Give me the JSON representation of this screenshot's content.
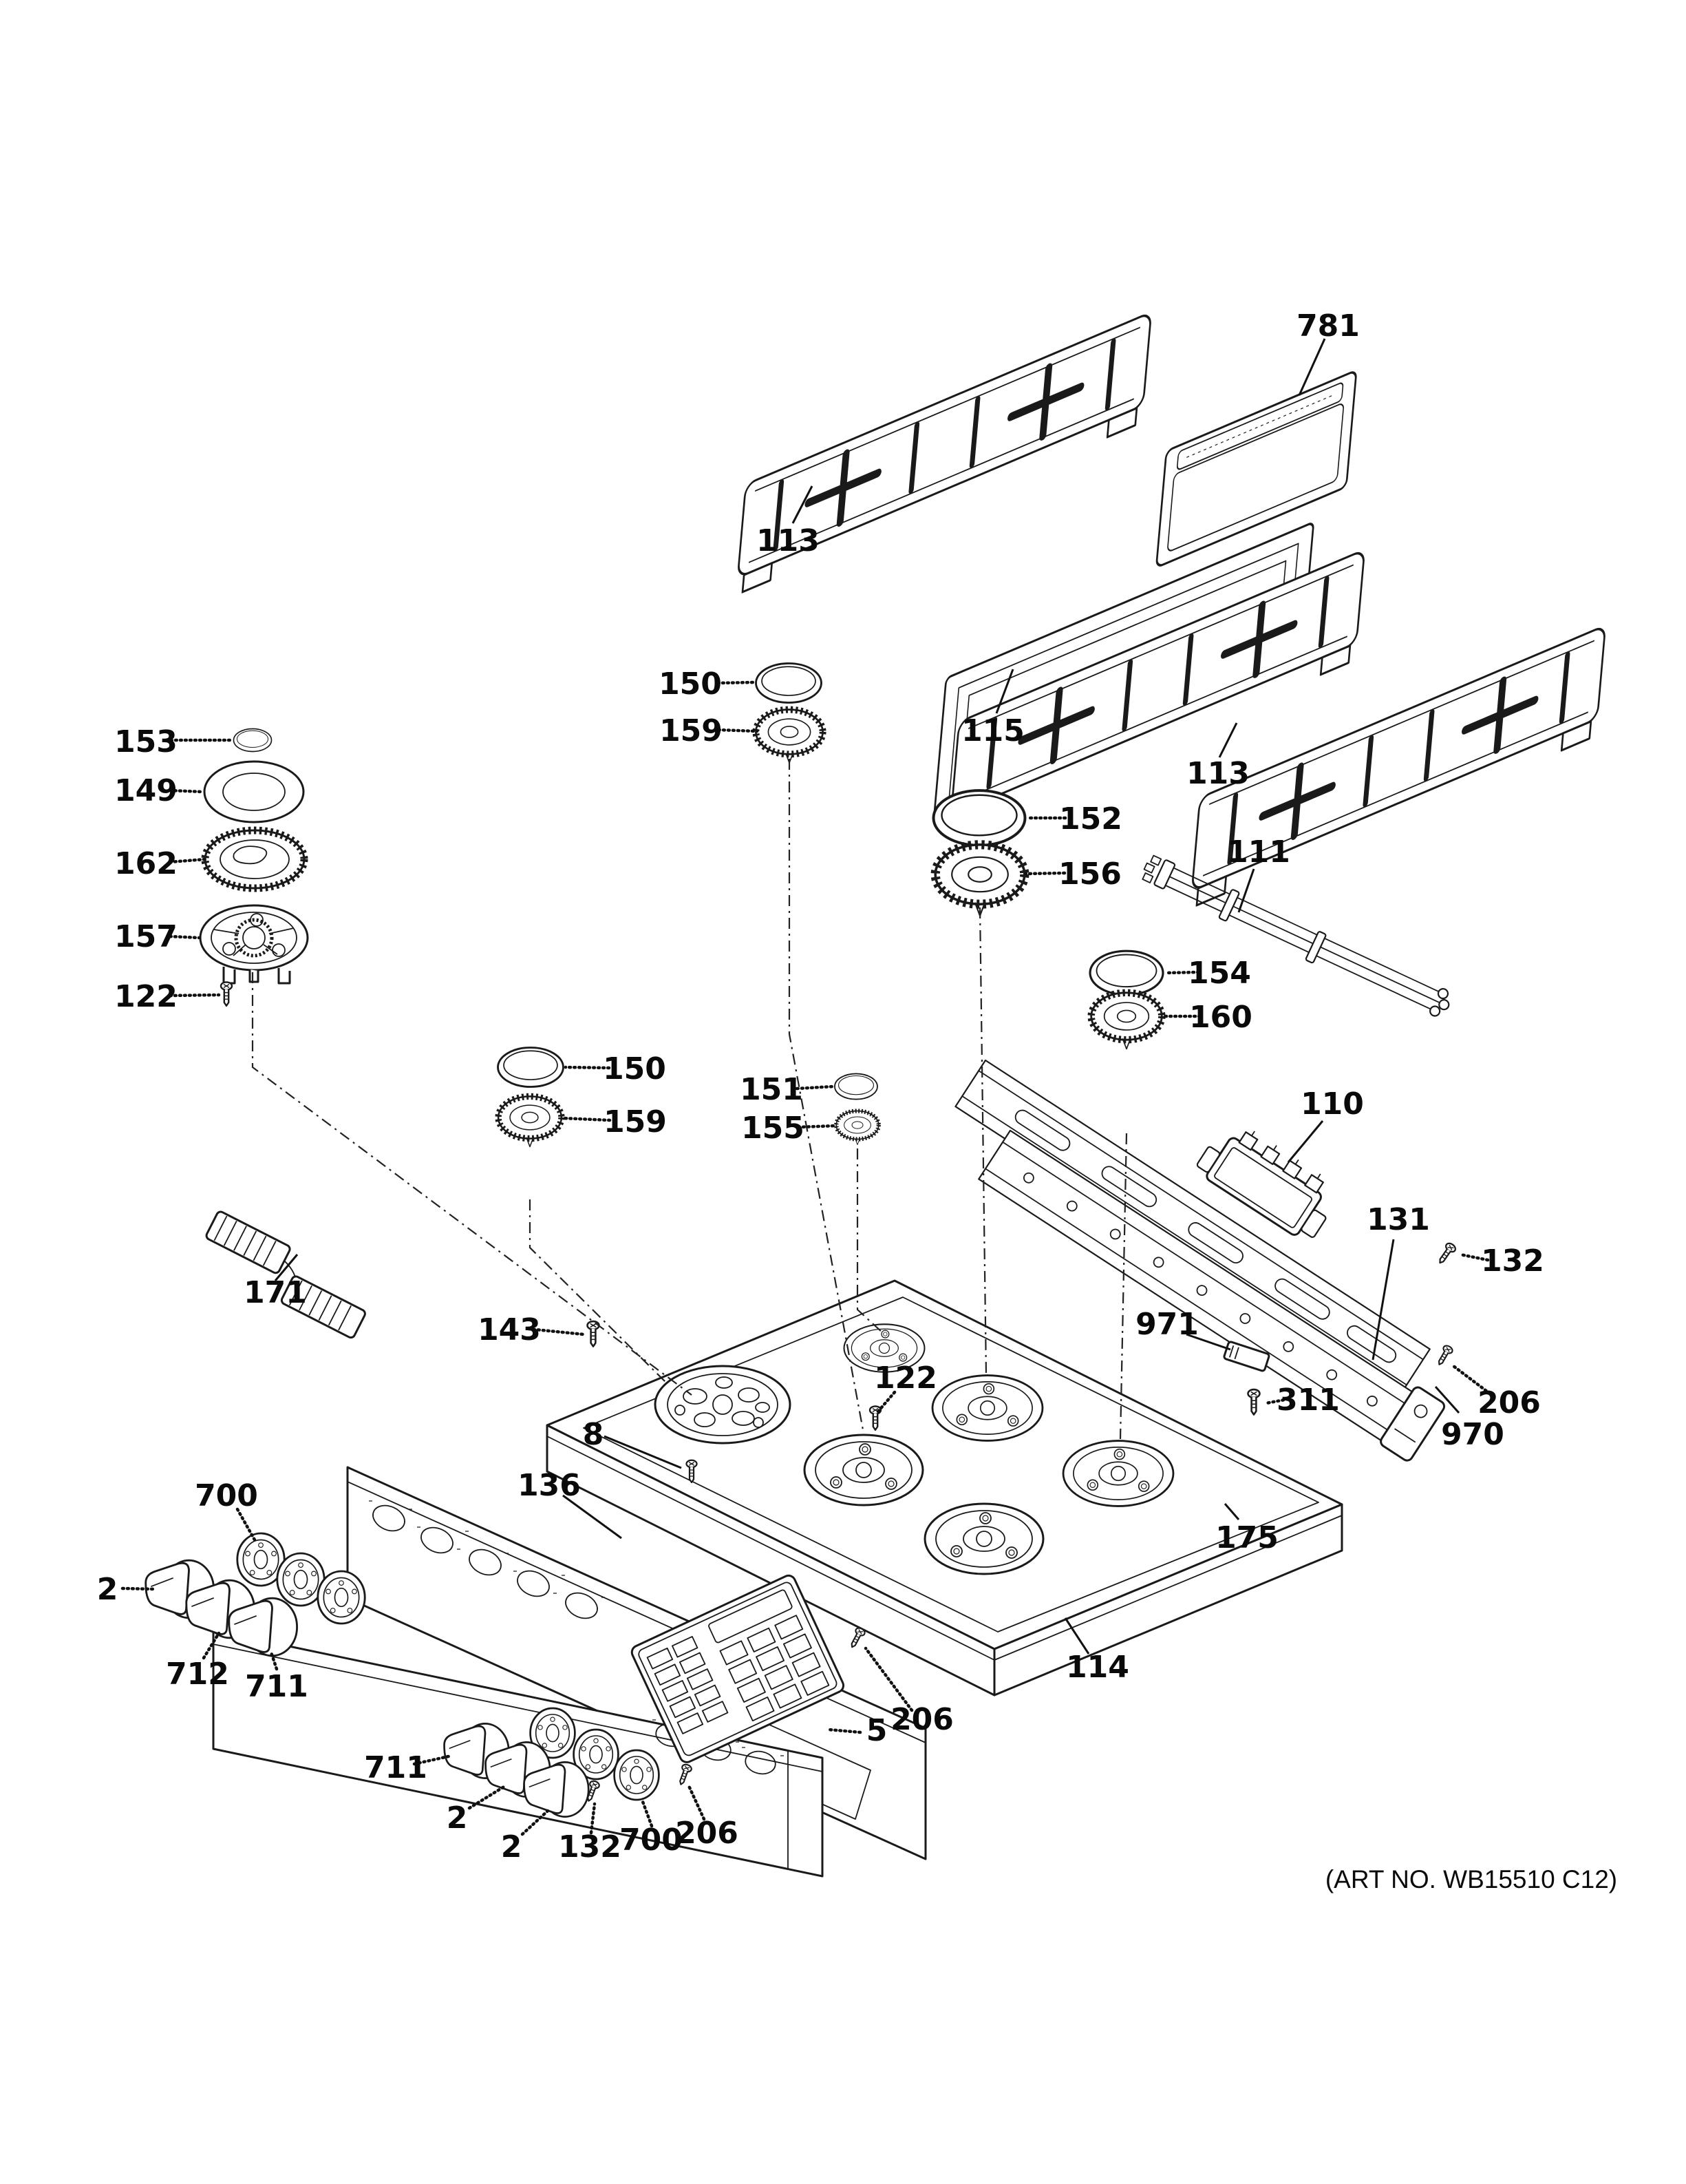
{
  "diagram": {
    "kind": "exploded parts diagram",
    "subject": "gas range cooktop assembly"
  },
  "labels": {
    "l781": "781",
    "l113a": "113",
    "l115": "115",
    "l113b": "113",
    "l153": "153",
    "l149": "149",
    "l162": "162",
    "l157": "157",
    "l122a": "122",
    "l150a": "150",
    "l159a": "159",
    "l150b": "150",
    "l159b": "159",
    "l151": "151",
    "l155": "155",
    "l152": "152",
    "l156": "156",
    "l111": "111",
    "l154": "154",
    "l160": "160",
    "l110": "110",
    "l131": "131",
    "l132a": "132",
    "l971": "971",
    "l311": "311",
    "l206a": "206",
    "l970": "970",
    "l175": "175",
    "l143": "143",
    "l122b": "122",
    "l8": "8",
    "l136": "136",
    "l114": "114",
    "l206b": "206",
    "l5": "5",
    "l700a": "700",
    "l2a": "2",
    "l712": "712",
    "l711a": "711",
    "l711b": "711",
    "l2b": "2",
    "l2c": "2",
    "l132b": "132",
    "l700b": "700",
    "l206c": "206",
    "l171": "171",
    "art_no": "(ART NO. WB15510 C12)"
  }
}
